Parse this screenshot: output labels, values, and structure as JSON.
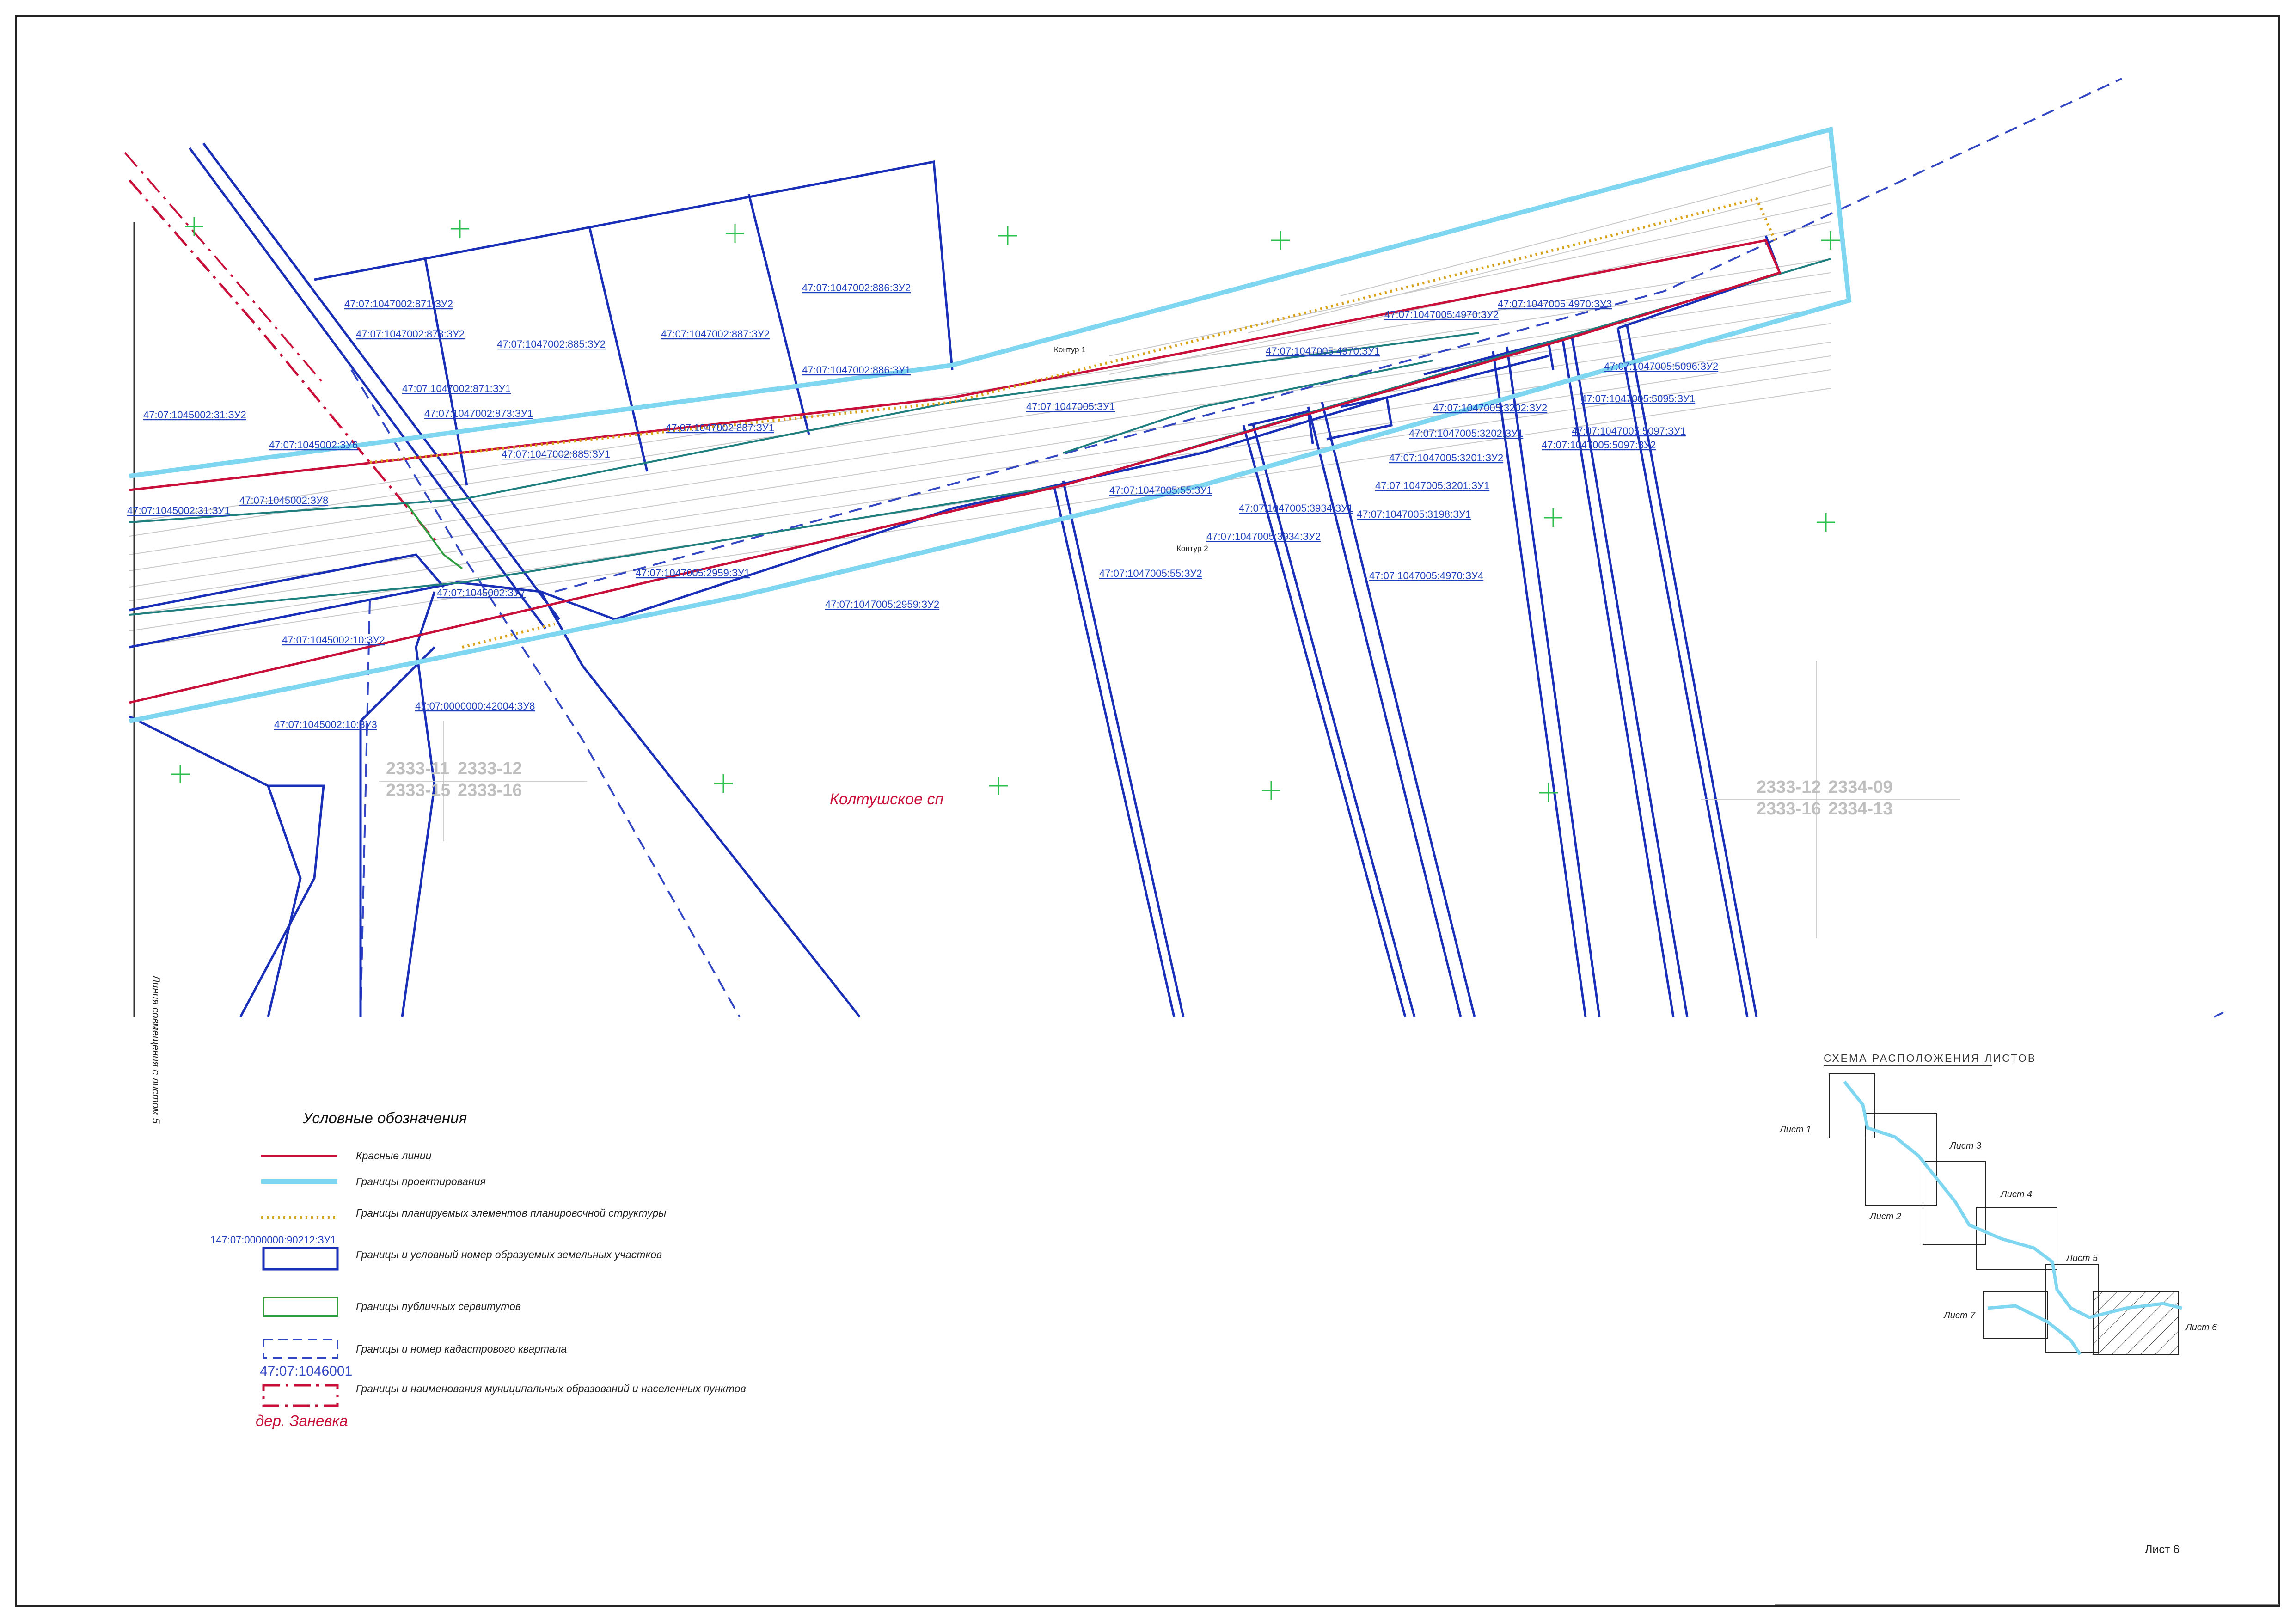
{
  "sheet": {
    "settlement_name": "Колтушское сп",
    "sheet_number": "Лист 6",
    "match_line": "Линия совмещения с листом 5",
    "colors": {
      "red_line": "#c8103a",
      "design_boundary": "#7fd6f0",
      "parcel_boundary": "#1a2fb8",
      "planning_structure": "#d9a21b",
      "servitude": "#2e9e40",
      "cadastral_quarter": "#3346c4",
      "municipal": "#c8103a"
    }
  },
  "map": {
    "contours": [
      "Контур 1",
      "Контур 2"
    ],
    "grid_labels": [
      [
        "2333-11",
        "2333-12",
        "2333-15",
        "2333-16"
      ],
      [
        "2333-12",
        "2334-09",
        "2333-16",
        "2334-13"
      ]
    ],
    "parcels": [
      "47:07:1047002:871:ЗУ2",
      "47:07:1047002:873:ЗУ2",
      "47:07:1047002:885:ЗУ2",
      "47:07:1047002:887:ЗУ2",
      "47:07:1047002:886:ЗУ2",
      "47:07:1047002:886:ЗУ1",
      "47:07:1047002:871:ЗУ1",
      "47:07:1047002:873:ЗУ1",
      "47:07:1047002:887:ЗУ1",
      "47:07:1047002:885:ЗУ1",
      "47:07:1045002:31:ЗУ2",
      "47:07:1045002:31:ЗУ1",
      "47:07:1045002:ЗУ6",
      "47:07:1045002:ЗУ8",
      "47:07:1045002:ЗУ7",
      "47:07:1045002:10:ЗУ2",
      "47:07:1045002:10:ЗУ3",
      "47:07:0000000:42004:ЗУ8",
      "47:07:1047005:2959:ЗУ1",
      "47:07:1047005:2959:ЗУ2",
      "47:07:1047005:ЗУ1",
      "47:07:1047005:55:ЗУ1",
      "47:07:1047005:55:ЗУ2",
      "47:07:1047005:4970:ЗУ1",
      "47:07:1047005:4970:ЗУ2",
      "47:07:1047005:4970:ЗУ3",
      "47:07:1047005:4970:ЗУ4",
      "47:07:1047005:3934:ЗУ1",
      "47:07:1047005:3934:ЗУ2",
      "47:07:1047005:3198:ЗУ1",
      "47:07:1047005:3201:ЗУ1",
      "47:07:1047005:3201:ЗУ2",
      "47:07:1047005:3202:ЗУ1",
      "47:07:1047005:3202:ЗУ2",
      "47:07:1047005:5096:ЗУ2",
      "47:07:1047005:5095:ЗУ1",
      "47:07:1047005:5097:ЗУ1",
      "47:07:1047005:5097:ЗУ2"
    ]
  },
  "legend": {
    "title": "Условные обозначения",
    "items": [
      {
        "label": "Красные линии",
        "sample": ""
      },
      {
        "label": "Границы проектирования",
        "sample": ""
      },
      {
        "label": "Границы планируемых элементов планировочной структуры",
        "sample": ""
      },
      {
        "label": "Границы и условный номер образуемых земельных участков",
        "sample": "147:07:0000000:90212:ЗУ1"
      },
      {
        "label": "Границы публичных сервитутов",
        "sample": ""
      },
      {
        "label": "Границы и номер кадастрового квартала",
        "sample": "47:07:1046001"
      },
      {
        "label": "Границы и наименования муниципальных образований и населенных пунктов",
        "sample": "дер. Заневка"
      }
    ]
  },
  "scheme": {
    "title": "СХЕМА РАСПОЛОЖЕНИЯ ЛИСТОВ",
    "sheets": [
      "Лист 1",
      "Лист 2",
      "Лист 3",
      "Лист 4",
      "Лист 5",
      "Лист 6",
      "Лист 7"
    ],
    "current_sheet": "Лист 6"
  }
}
